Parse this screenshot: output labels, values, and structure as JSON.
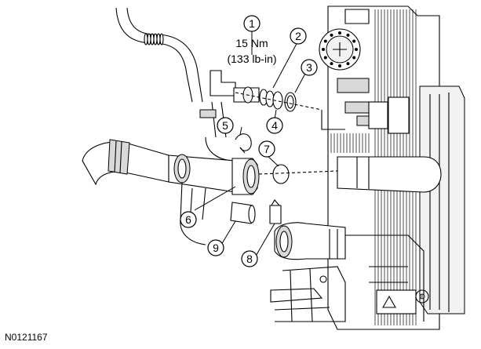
{
  "figure_id": "N0121167",
  "torque_spec": {
    "line1": "15 Nm",
    "line2": "(133 lb-in)"
  },
  "callouts": [
    {
      "label": "1"
    },
    {
      "label": "2"
    },
    {
      "label": "3"
    },
    {
      "label": "4"
    },
    {
      "label": "5"
    },
    {
      "label": "6"
    },
    {
      "label": "7"
    },
    {
      "label": "8"
    },
    {
      "label": "9"
    }
  ]
}
